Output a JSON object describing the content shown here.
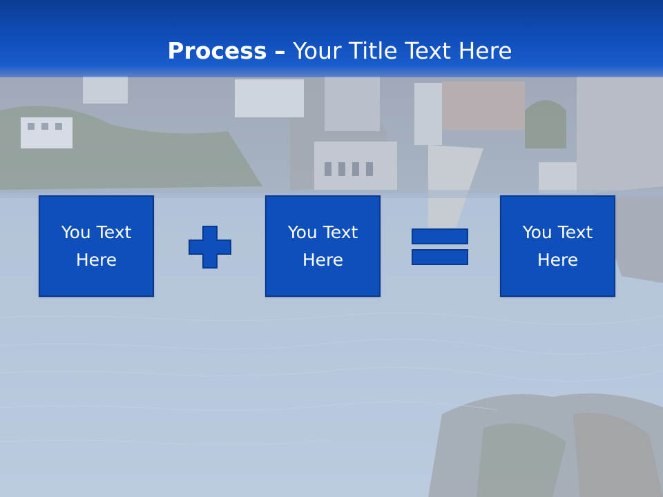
{
  "slide": {
    "title_bold": "Process",
    "title_dash": "–",
    "title_rest": "Your Title Text Here"
  },
  "process": {
    "box1_text": "You Text\nHere",
    "box2_text": "You Text\nHere",
    "box3_text": "You Text\nHere",
    "operator1": "plus-icon",
    "operator2": "equals-icon"
  },
  "colors": {
    "header_blue": "#1150be",
    "box_fill": "#0e4fbc",
    "box_border": "#073a8f",
    "text": "#ffffff"
  }
}
